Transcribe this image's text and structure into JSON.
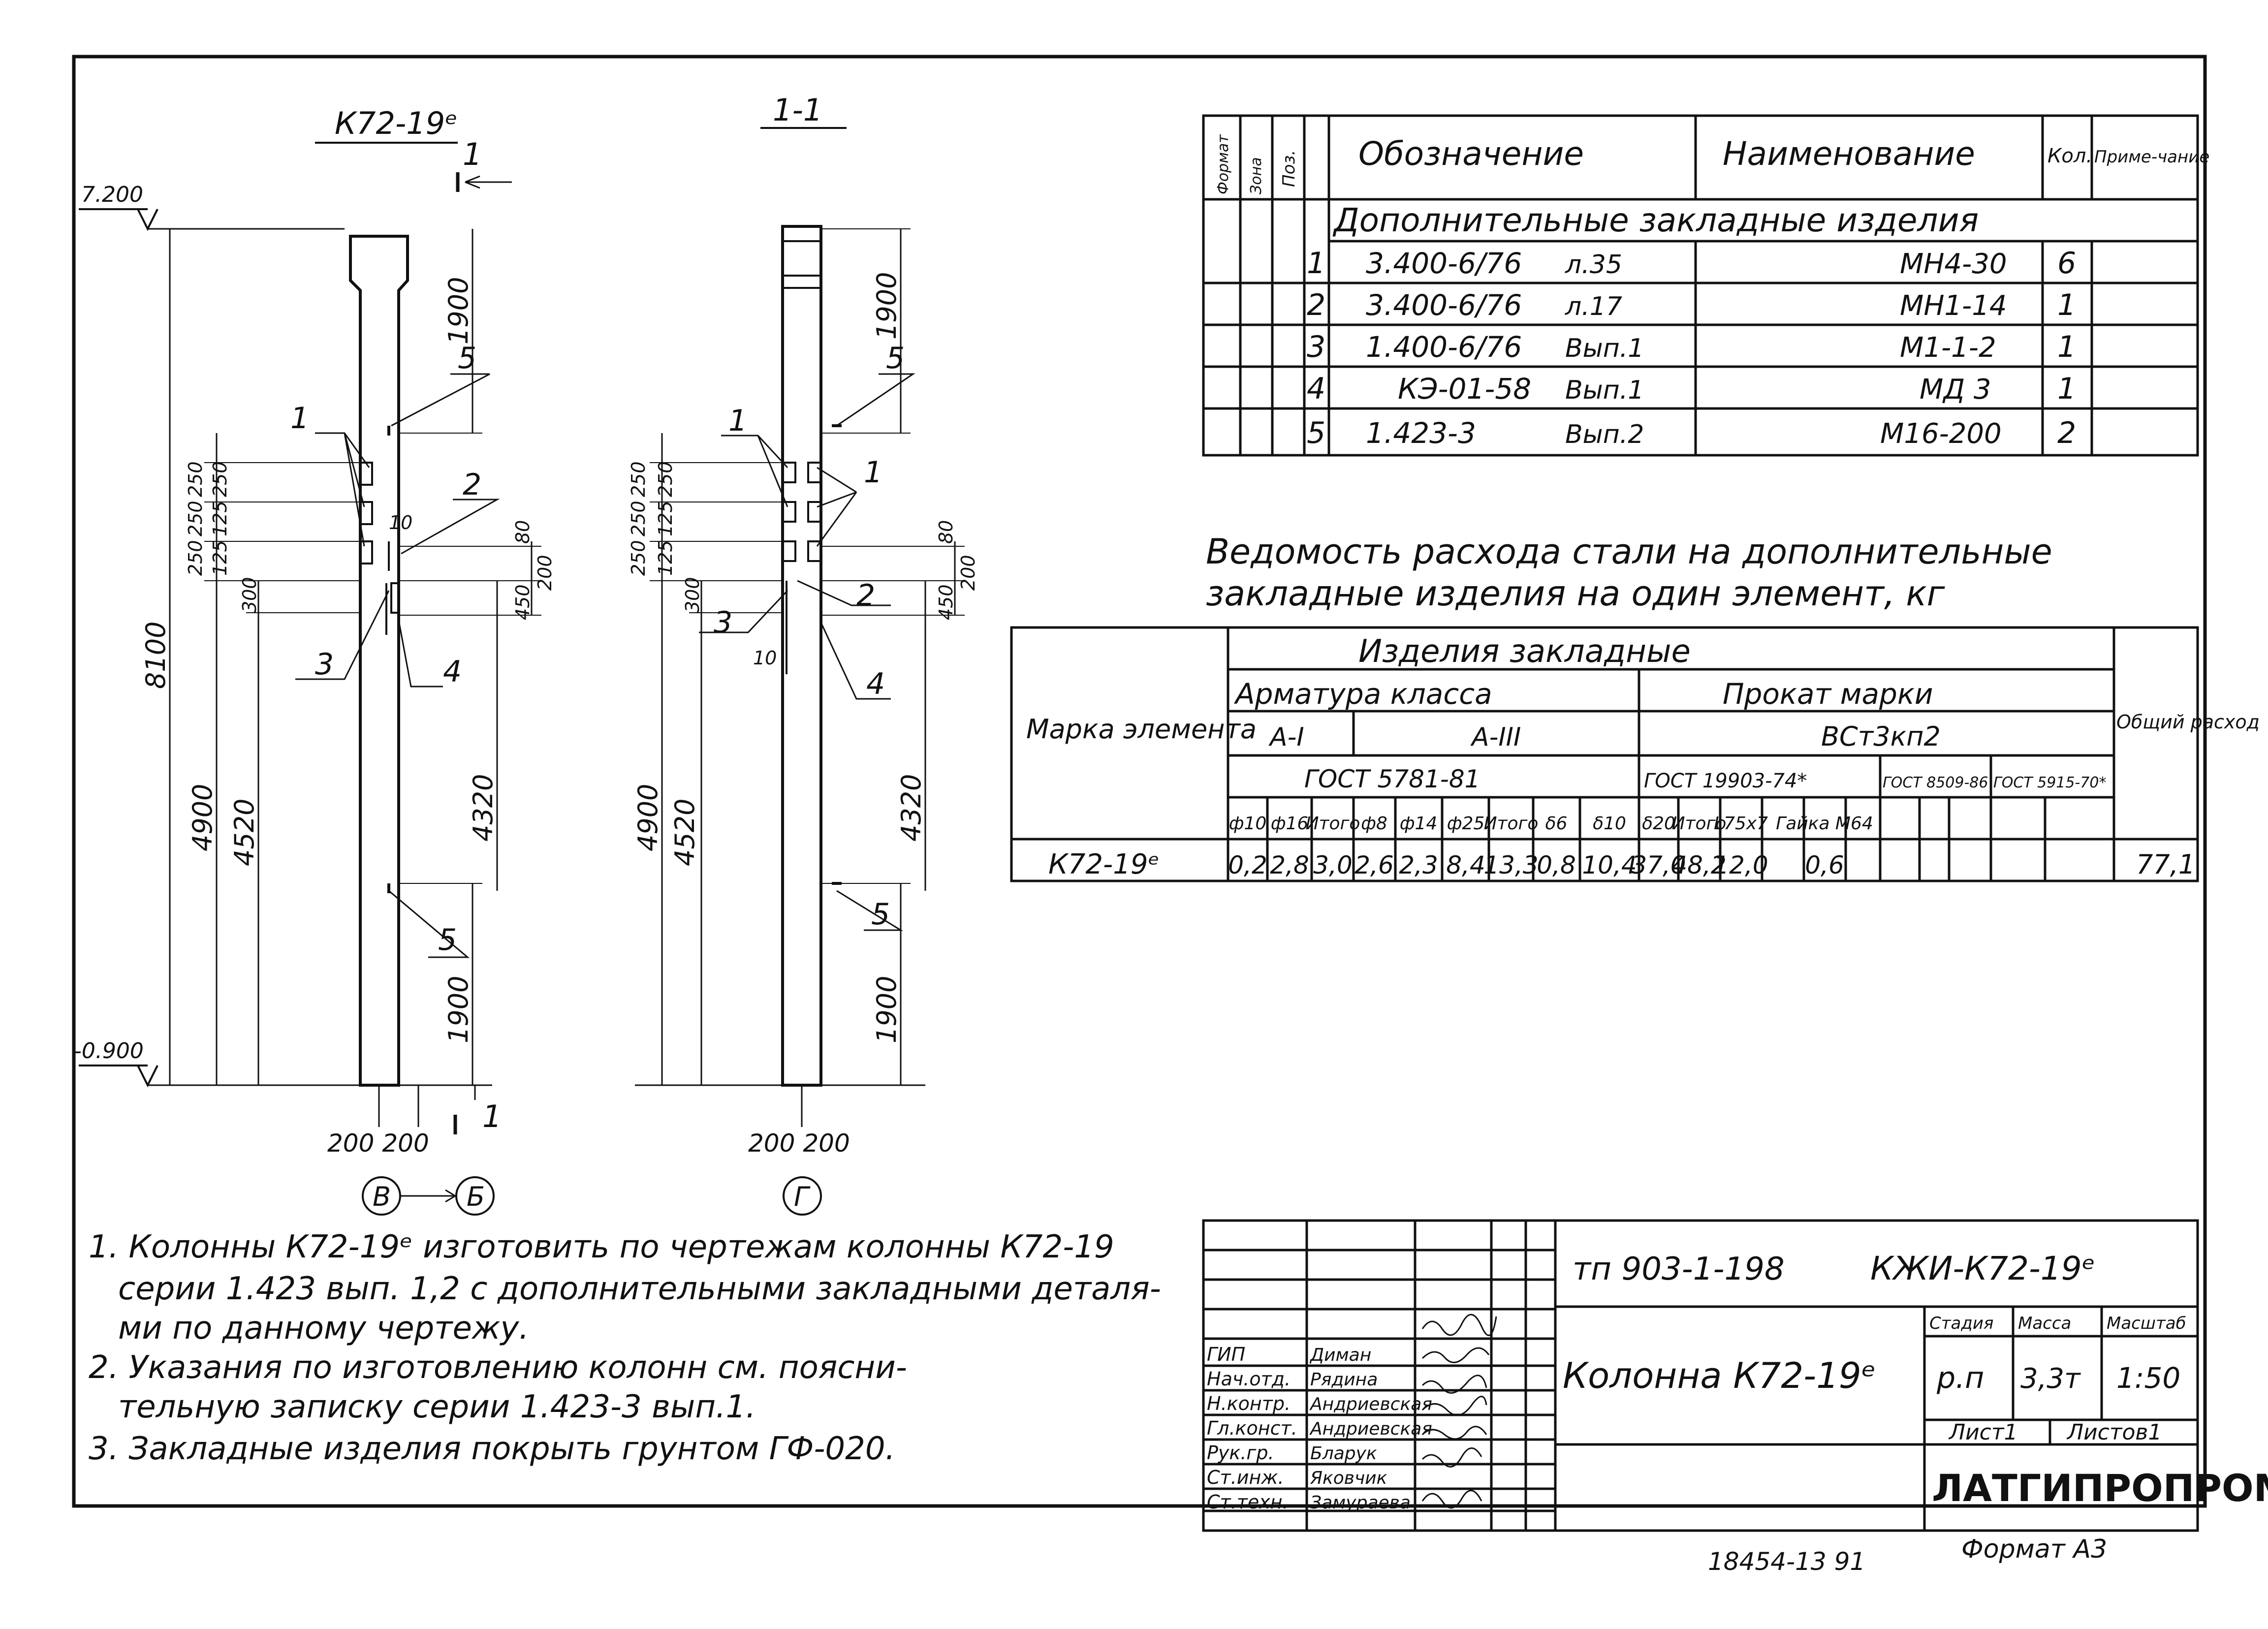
{
  "drawing": {
    "view_main_title": "К72-19ᵉ",
    "view_section_title": "1-1",
    "section_mark": "1",
    "level_top": "7.200",
    "level_bottom": "-0.900",
    "dim_total": "8100",
    "dim_top": "1900",
    "dim_bottom": "1900",
    "dim_4900": "4900",
    "dim_4520": "4520",
    "dim_4320": "4320",
    "dim_250a": "250",
    "dim_250b": "250",
    "dim_250c": "250",
    "dim_250d": "250",
    "dim_125a": "125",
    "dim_125b": "125",
    "dim_300": "300",
    "dim_10": "10",
    "dim_80": "80",
    "dim_200": "200",
    "dim_450": "450",
    "bottom_dims_main": "200 200",
    "bottom_dims_section": "200 200",
    "axis_v": "В",
    "axis_b": "Б",
    "axis_g": "Г",
    "callout_1": "1",
    "callout_2": "2",
    "callout_3": "3",
    "callout_4": "4",
    "callout_5": "5"
  },
  "spec_table": {
    "headers": {
      "format": "Формат",
      "zone": "Зона",
      "pos": "Поз.",
      "designation": "Обозначение",
      "name": "Наименование",
      "qty": "Кол.",
      "note": "Приме-чание"
    },
    "section_title": "Дополнительные закладные изделия",
    "rows": [
      {
        "pos": "1",
        "designation": "3.400-6/76",
        "sheet": "л.35",
        "name": "МН4-30",
        "qty": "6"
      },
      {
        "pos": "2",
        "designation": "3.400-6/76",
        "sheet": "л.17",
        "name": "МН1-14",
        "qty": "1"
      },
      {
        "pos": "3",
        "designation": "1.400-6/76",
        "sheet": "Вып.1",
        "name": "М1-1-2",
        "qty": "1"
      },
      {
        "pos": "4",
        "designation": "КЭ-01-58",
        "sheet": "Вып.1",
        "name": "МД 3",
        "qty": "1"
      },
      {
        "pos": "5",
        "designation": "1.423-3",
        "sheet": "Вып.2",
        "name": "М16-200",
        "qty": "2"
      }
    ]
  },
  "steel_table": {
    "title_line1": "Ведомость расхода стали на дополнительные",
    "title_line2": "закладные изделия на один элемент, кг",
    "header_mark": "Марка элемента",
    "header_items": "Изделия закладные",
    "header_rebar": "Арматура класса",
    "header_rolled": "Прокат марки",
    "header_total": "Общий расход",
    "class_a1": "A-I",
    "class_a3": "A-III",
    "grade": "ВСт3кп2",
    "gost_rebar": "ГОСТ 5781-81",
    "gost_1": "ГОСТ 19903-74*",
    "gost_2": "ГОСТ 8509-86",
    "gost_3": "ГОСТ 5915-70*",
    "subcols": [
      "ф10",
      "ф16",
      "Итого",
      "ф8",
      "ф14",
      "ф25",
      "Итого",
      "δ6",
      "δ10",
      "δ20",
      "Итого",
      "L75х7",
      "",
      "Гайка М64",
      ""
    ],
    "row_mark": "К72-19ᵉ",
    "row_values": [
      "0,2",
      "2,8",
      "3,0",
      "2,6",
      "2,3",
      "8,4",
      "13,3",
      "0,8",
      "10,4",
      "37,0",
      "48,2",
      "12,0",
      "",
      "0,6",
      ""
    ],
    "row_total": "77,1"
  },
  "notes": [
    "1. Колонны К72-19ᵉ изготовить по чертежам колонны К72-19",
    "серии 1.423 вып. 1,2 с дополнительными закладными деталя-",
    "ми по данному чертежу.",
    "2. Указания по изготовлению колонн см. поясни-",
    "тельную записку серии 1.423-3 вып.1.",
    "3. Закладные изделия покрыть грунтом ГФ-020."
  ],
  "title_block": {
    "project_code": "тп 903-1-198",
    "drawing_code": "КЖИ-К72-19ᵉ",
    "drawing_name": "Колонна К72-19ᵉ",
    "stage_label": "Стадия",
    "mass_label": "Масса",
    "scale_label": "Масштаб",
    "stage": "р.п",
    "mass": "3,3т",
    "scale": "1:50",
    "sheet_label": "Лист1",
    "sheets_label": "Листов1",
    "org": "ЛАТГИПРОПРОМ",
    "format": "Формат А3",
    "inventory": "18454-13  91",
    "staff": [
      {
        "role": "ГИП",
        "name": "Диман"
      },
      {
        "role": "Нач.отд.",
        "name": "Рядина"
      },
      {
        "role": "Н.контр.",
        "name": "Андриевская"
      },
      {
        "role": "Гл.конст.",
        "name": "Андриевская"
      },
      {
        "role": "Рук.гр.",
        "name": "Бларук"
      },
      {
        "role": "Ст.инж.",
        "name": "Яковчик"
      },
      {
        "role": "Ст.техн.",
        "name": "Замураева"
      }
    ]
  },
  "colors": {
    "ink": "#111111",
    "paper": "#ffffff"
  }
}
